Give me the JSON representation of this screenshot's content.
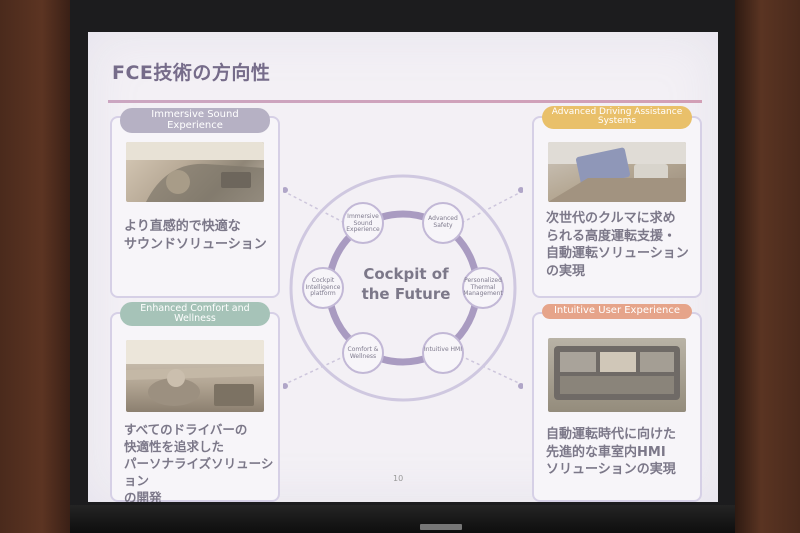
{
  "slide": {
    "title": "FCE技術の方向性",
    "page_number": "10"
  },
  "cards": {
    "sound": {
      "header": "Immersive Sound Experience",
      "description_lines": [
        "より直感的で快適な",
        "サウンドソリューション"
      ]
    },
    "driving": {
      "header": "Advanced Driving Assistance Systems",
      "description_lines": [
        "次世代のクルマに求め",
        "られる高度運転支援・",
        "自動運転ソリューション",
        "の実現"
      ]
    },
    "comfort": {
      "header": "Enhanced Comfort and Wellness",
      "description_lines": [
        "すべてのドライバーの",
        "快適性を追求した",
        "パーソナライズソリューション",
        "の開発"
      ]
    },
    "hmi": {
      "header": "Intuitive User Experience",
      "description_lines": [
        "自動運転時代に向けた",
        "先進的な車室内HMI",
        "ソリューションの実現"
      ]
    }
  },
  "cockpit": {
    "center_line1": "Cockpit of",
    "center_line2": "the Future",
    "nodes": {
      "sound": "Immersive Sound Experience",
      "safety": "Advanced Safety",
      "thermal": "Personalized Thermal Management",
      "hmi": "Intuitive HMI",
      "wellness": "Comfort & Wellness",
      "platform": "Cockpit Intelligence platform"
    }
  },
  "colors": {
    "slide_bg": "#f3f0f5",
    "accent_gray": "#b6b1c4",
    "accent_yellow": "#e9c06a",
    "accent_green": "#a6c3b8",
    "accent_orange": "#e6a48a",
    "ring": "#a99bc1"
  }
}
